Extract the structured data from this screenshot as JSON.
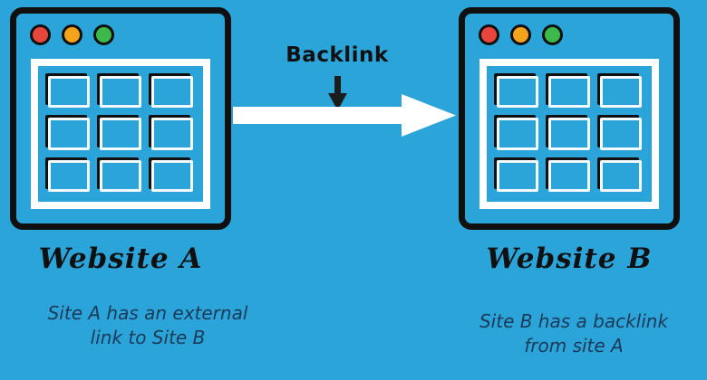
{
  "colors": {
    "bg": "#2BA4DA",
    "outline": "#101010",
    "panel": "#FFFFFF",
    "arrow": "#FFFFFF",
    "text": "#101010",
    "caption": "#1C3A57",
    "red": "#E8463C",
    "yellow": "#F5A31A",
    "green": "#3CB94A"
  },
  "diagram": {
    "arrow_label": "Backlink",
    "grid_blocks": 9,
    "left_site": {
      "title": "Website A",
      "caption": "Site A has an external link to Site B"
    },
    "right_site": {
      "title": "Website B",
      "caption": "Site B has a backlink from site A"
    }
  }
}
